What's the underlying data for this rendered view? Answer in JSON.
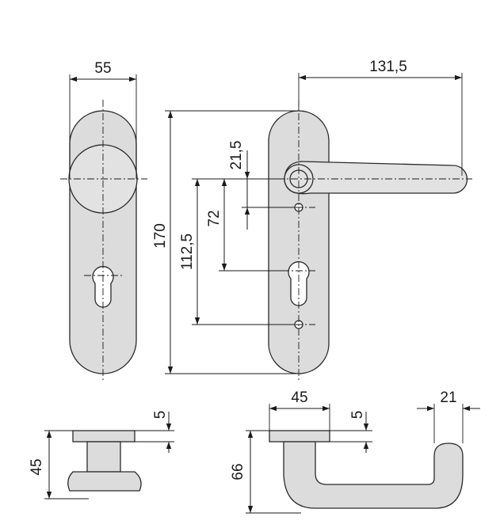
{
  "dimensions": {
    "knob_width": "55",
    "lever_projection": "131,5",
    "plate_height": "170",
    "handle_to_lower_screw": "112,5",
    "handle_to_cylinder": "72",
    "handle_to_upper_screw": "21,5",
    "knob_rose_thickness": "5",
    "knob_depth": "45",
    "lever_rose_width": "45",
    "lever_rose_thickness": "5",
    "lever_grip_diameter": "21",
    "lever_depth": "66"
  },
  "colors": {
    "part_fill": "#dcdcdc",
    "line": "#1a1a1a",
    "background": "#ffffff"
  }
}
